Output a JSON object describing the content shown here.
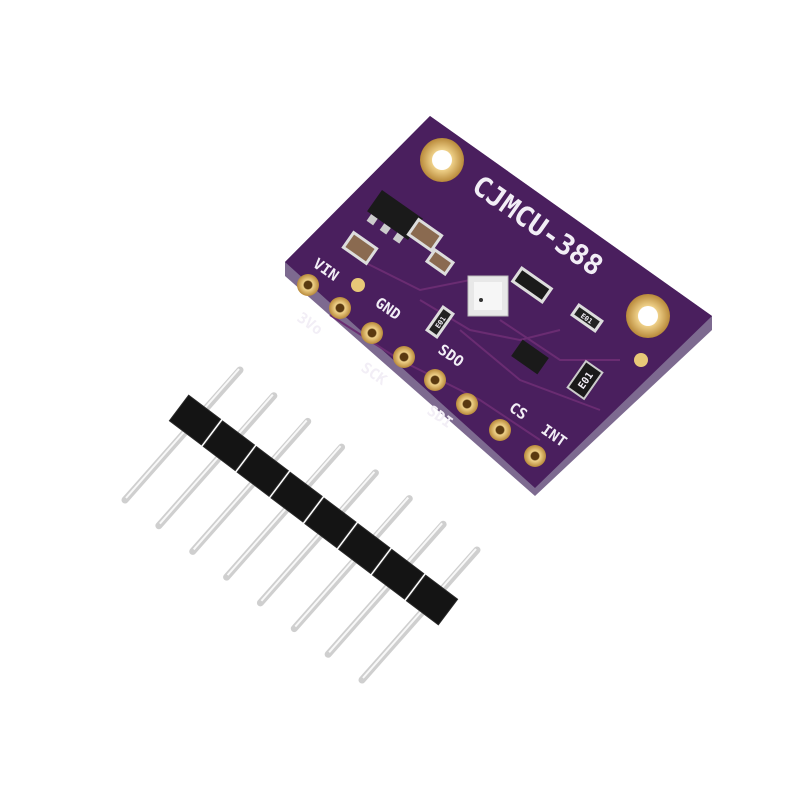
{
  "board": {
    "title": "CJMCU-388",
    "pins": [
      "VIN",
      "3Vo",
      "GND",
      "SCK",
      "SDO",
      "SDI",
      "CS",
      "INT"
    ],
    "component_marks": [
      "E01",
      "E01",
      "E01"
    ],
    "colors": {
      "pcb": "#4a1f5e",
      "pcb_edge": "#6b4a86",
      "pad_gold": "#d9b35c",
      "header_black": "#151515",
      "pin_silver": "#d8d8d8"
    }
  },
  "header": {
    "pin_count": 8
  }
}
